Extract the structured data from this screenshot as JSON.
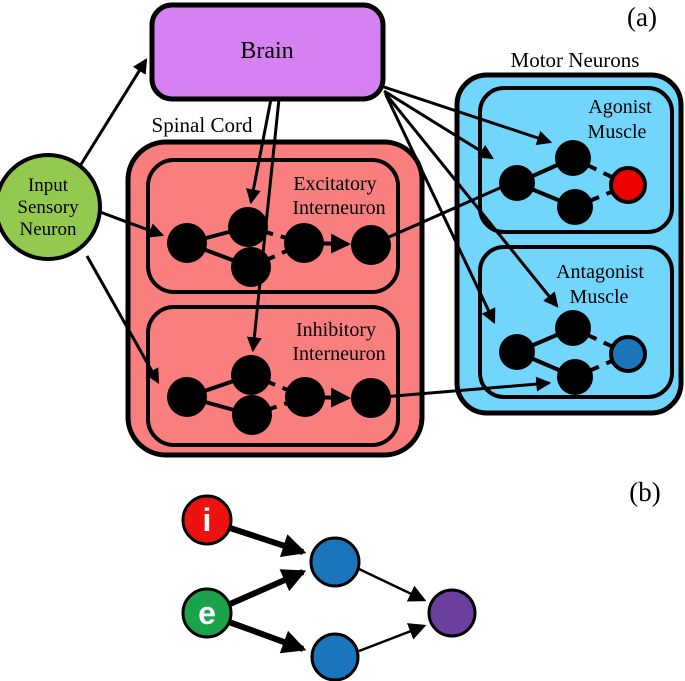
{
  "figure": {
    "panel_a_label": "(a)",
    "panel_b_label": "(b)"
  },
  "panel_a": {
    "brain": {
      "label": "Brain",
      "color": "#D581F2"
    },
    "sensory_neuron": {
      "label_line1": "Input",
      "label_line2": "Sensory",
      "label_line3": "Neuron",
      "color": "#92C94E"
    },
    "spinal_cord": {
      "label": "Spinal Cord",
      "color": "#F97F7F",
      "excitatory": {
        "label_line1": "Excitatory",
        "label_line2": "Interneuron"
      },
      "inhibitory": {
        "label_line1": "Inhibitory",
        "label_line2": "Interneuron"
      }
    },
    "motor_neurons": {
      "label": "Motor Neurons",
      "color": "#72D5FB",
      "agonist": {
        "label_line1": "Agonist",
        "label_line2": "Muscle",
        "muscle_color": "#EE0000"
      },
      "antagonist": {
        "label_line1": "Antagonist",
        "label_line2": "Muscle",
        "muscle_color": "#1B75BB"
      }
    },
    "neuron_color": "#000000"
  },
  "panel_b": {
    "inhibitory_node": {
      "label": "i",
      "color": "#EE1111"
    },
    "excitatory_node": {
      "label": "e",
      "color": "#1AA34A"
    },
    "hidden_node_color": "#1B75BC",
    "output_node_color": "#6B3FA0"
  }
}
